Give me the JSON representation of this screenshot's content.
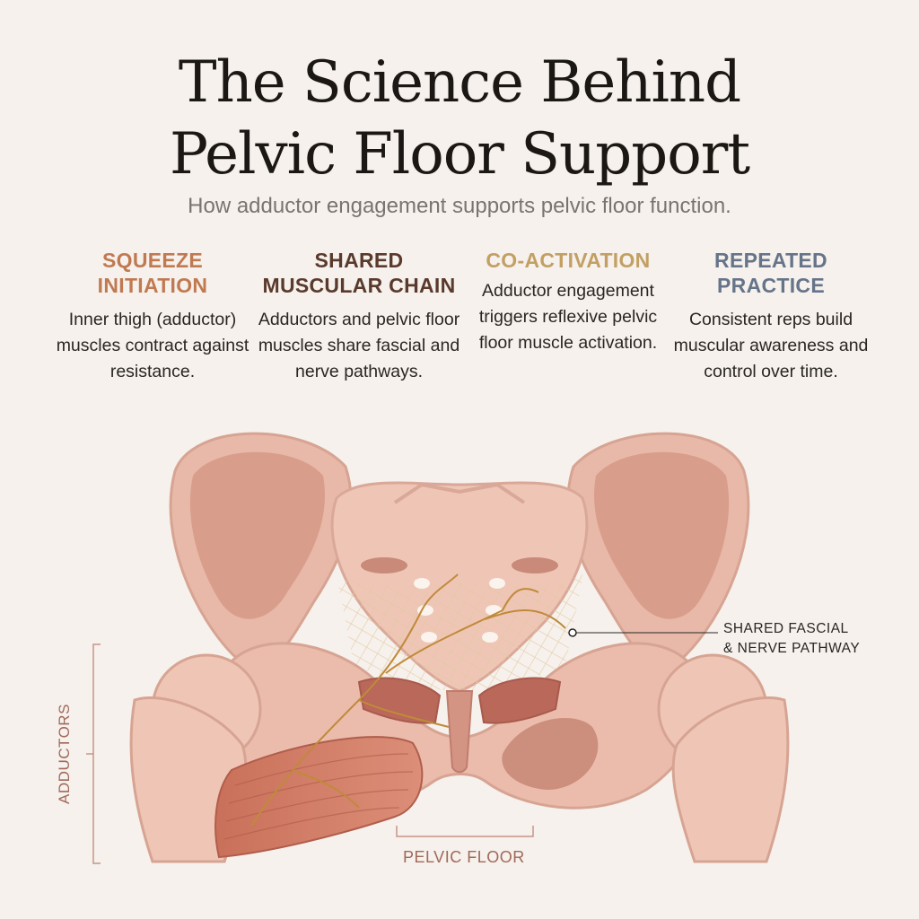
{
  "header": {
    "title_line1": "The Science Behind",
    "title_line2": "Pelvic Floor Support",
    "subtitle": "How adductor engagement supports pelvic floor function."
  },
  "columns": [
    {
      "heading_line1": "SQUEEZE",
      "heading_line2": "INITIATION",
      "color": "#c07a52",
      "body": "Inner thigh (adductor) muscles contract against resistance."
    },
    {
      "heading_line1": "SHARED",
      "heading_line2": "MUSCULAR CHAIN",
      "color": "#5a3a2c",
      "body": "Adductors and pelvic floor muscles share fascial and nerve pathways."
    },
    {
      "heading_line1": "CO-ACTIVATION",
      "heading_line2": "",
      "color": "#c2a064",
      "body": "Adductor engagement triggers reflexive pelvic floor muscle activation."
    },
    {
      "heading_line1": "REPEATED",
      "heading_line2": "PRACTICE",
      "color": "#66748a",
      "body": "Consistent reps build muscular awareness and control over time."
    }
  ],
  "diagram": {
    "label_adductors": "ADDUCTORS",
    "label_pelvic_floor": "PELVIC FLOOR",
    "label_fascial_line1": "SHARED FASCIAL",
    "label_fascial_line2": "& NERVE PATHWAY",
    "colors": {
      "bone": "#e8b9a8",
      "bone_shadow": "#cf9585",
      "muscle": "#c87a66",
      "nerve": "#c08a3a",
      "mesh": "#e6cfa8"
    }
  }
}
